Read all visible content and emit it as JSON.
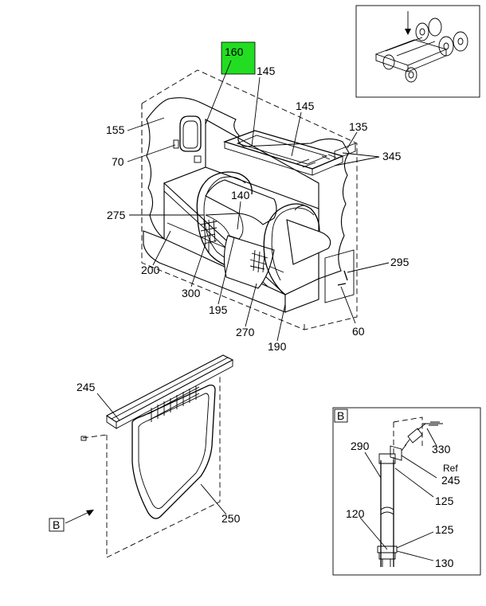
{
  "highlight_color": "#22dd22",
  "callouts": {
    "c160": "160",
    "c145a": "145",
    "c145b": "145",
    "c135": "135",
    "c155": "155",
    "c70": "70",
    "c345": "345",
    "c140": "140",
    "c275": "275",
    "c295": "295",
    "c200": "200",
    "c300": "300",
    "c195": "195",
    "c270": "270",
    "c190": "190",
    "c60": "60",
    "c245": "245",
    "c250": "250"
  },
  "view_b_marker": "B",
  "detail_b": {
    "title": "B",
    "c290": "290",
    "c330": "330",
    "ref": "Ref",
    "c245": "245",
    "c125a": "125",
    "c120": "120",
    "c125b": "125",
    "c130": "130"
  }
}
